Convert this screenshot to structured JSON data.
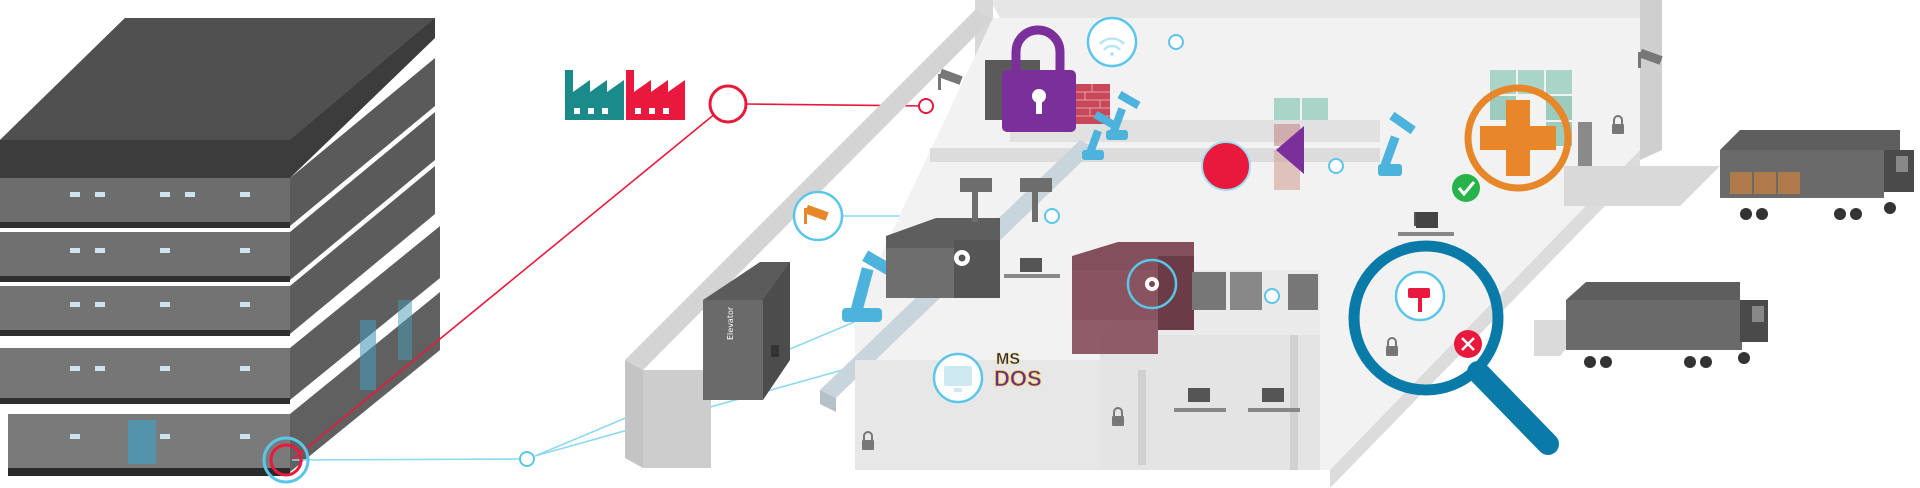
{
  "title": "",
  "colors": {
    "accent_red": "#e8193c",
    "teal": "#1a8a8a",
    "purple": "#7b2f9b",
    "orange": "#e8862a",
    "blue_magnifier": "#0a7aa8",
    "light_blue_line": "#8fd8ef",
    "green_ok": "#27b24a",
    "gray_floor": "#d6d6d6",
    "dark_building": "#4a4a4a"
  },
  "labels": {
    "elevator": "Elevator",
    "msdos_top": "MS",
    "msdos_bottom": "DOS"
  },
  "icons": [
    "factory-icon-teal",
    "factory-icon-red",
    "padlock-icon",
    "firewall-icon",
    "wifi-icon",
    "security-camera-icon",
    "robot-arm-icon",
    "gear-icon",
    "medical-cross-icon",
    "check-icon",
    "cross-icon",
    "magnifier-icon",
    "monitor-icon",
    "truck-icon",
    "lock-icon"
  ]
}
